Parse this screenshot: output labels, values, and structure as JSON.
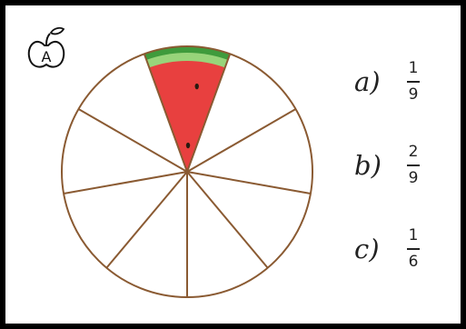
{
  "logo": {
    "letter": "A",
    "icon": "apple-icon"
  },
  "pie": {
    "total_slices": 9,
    "highlighted_slices": 1,
    "colors": {
      "outline": "#8a5a32",
      "flesh": "#e8403f",
      "rind_light": "#98d47a",
      "rind_dark": "#3f9b3c",
      "seed": "#2a1a10"
    }
  },
  "options": [
    {
      "label": "a)",
      "numerator": "1",
      "denominator": "9"
    },
    {
      "label": "b)",
      "numerator": "2",
      "denominator": "9"
    },
    {
      "label": "c)",
      "numerator": "1",
      "denominator": "6"
    }
  ]
}
